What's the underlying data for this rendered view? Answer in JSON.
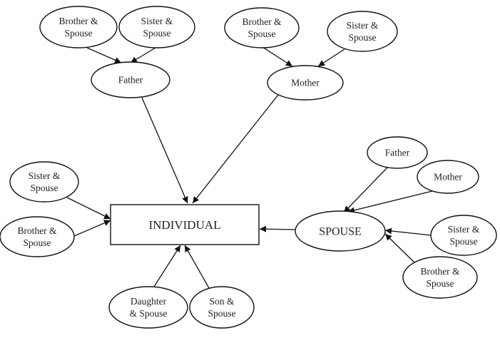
{
  "diagram": {
    "title": "",
    "nodes": [
      {
        "id": "individual",
        "label": [
          "INDIVIDUAL"
        ],
        "shape": "rect"
      },
      {
        "id": "father",
        "label": [
          "Father"
        ],
        "shape": "ellipse"
      },
      {
        "id": "mother",
        "label": [
          "Mother"
        ],
        "shape": "ellipse"
      },
      {
        "id": "father-brother",
        "label": [
          "Brother &",
          "Spouse"
        ],
        "shape": "ellipse"
      },
      {
        "id": "father-sister",
        "label": [
          "Sister &",
          "Spouse"
        ],
        "shape": "ellipse"
      },
      {
        "id": "mother-brother",
        "label": [
          "Brother &",
          "Spouse"
        ],
        "shape": "ellipse"
      },
      {
        "id": "mother-sister",
        "label": [
          "Sister &",
          "Spouse"
        ],
        "shape": "ellipse"
      },
      {
        "id": "ind-sister",
        "label": [
          "Sister &",
          "Spouse"
        ],
        "shape": "ellipse"
      },
      {
        "id": "ind-brother",
        "label": [
          "Brother &",
          "Spouse"
        ],
        "shape": "ellipse"
      },
      {
        "id": "daughter",
        "label": [
          "Daughter",
          "& Spouse"
        ],
        "shape": "ellipse"
      },
      {
        "id": "son",
        "label": [
          "Son &",
          "Spouse"
        ],
        "shape": "ellipse"
      },
      {
        "id": "spouse",
        "label": [
          "SPOUSE"
        ],
        "shape": "ellipse"
      },
      {
        "id": "spouse-father",
        "label": [
          "Father"
        ],
        "shape": "ellipse"
      },
      {
        "id": "spouse-mother",
        "label": [
          "Mother"
        ],
        "shape": "ellipse"
      },
      {
        "id": "spouse-sister",
        "label": [
          "Sister &",
          "Spouse"
        ],
        "shape": "ellipse"
      },
      {
        "id": "spouse-brother",
        "label": [
          "Brother &",
          "Spouse"
        ],
        "shape": "ellipse"
      }
    ],
    "edges": [
      {
        "from": "father-brother",
        "to": "father"
      },
      {
        "from": "father-sister",
        "to": "father"
      },
      {
        "from": "mother-brother",
        "to": "mother"
      },
      {
        "from": "mother-sister",
        "to": "mother"
      },
      {
        "from": "father",
        "to": "individual"
      },
      {
        "from": "mother",
        "to": "individual"
      },
      {
        "from": "ind-sister",
        "to": "individual"
      },
      {
        "from": "ind-brother",
        "to": "individual"
      },
      {
        "from": "daughter",
        "to": "individual"
      },
      {
        "from": "son",
        "to": "individual"
      },
      {
        "from": "spouse",
        "to": "individual"
      },
      {
        "from": "spouse-father",
        "to": "spouse"
      },
      {
        "from": "spouse-mother",
        "to": "spouse"
      },
      {
        "from": "spouse-sister",
        "to": "spouse"
      },
      {
        "from": "spouse-brother",
        "to": "spouse"
      }
    ]
  }
}
